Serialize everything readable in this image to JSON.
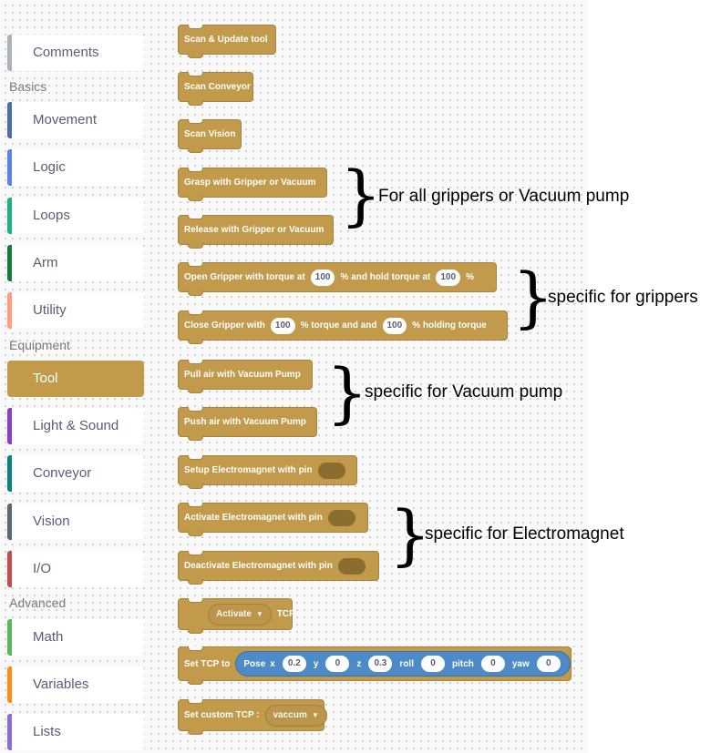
{
  "toolbox": {
    "items": [
      {
        "label": "Comments",
        "color": "#a9b2bd"
      },
      {
        "label": "Movement",
        "color": "#4a6fa5"
      },
      {
        "label": "Logic",
        "color": "#5b80e6"
      },
      {
        "label": "Loops",
        "color": "#19b282"
      },
      {
        "label": "Arm",
        "color": "#1a7a3a"
      },
      {
        "label": "Utility",
        "color": "#ff9f80"
      },
      {
        "label": "Tool",
        "color": "#c19a4b",
        "selected": true
      },
      {
        "label": "Light & Sound",
        "color": "#8a3fc6"
      },
      {
        "label": "Conveyor",
        "color": "#10807f"
      },
      {
        "label": "Vision",
        "color": "#5b6875"
      },
      {
        "label": "I/O",
        "color": "#c0504d"
      },
      {
        "label": "Math",
        "color": "#5cb85c"
      },
      {
        "label": "Variables",
        "color": "#ff8c1a"
      },
      {
        "label": "Lists",
        "color": "#8a6fd1"
      }
    ],
    "sections": {
      "basics": "Basics",
      "equipment": "Equipment",
      "advanced": "Advanced"
    }
  },
  "blocks": {
    "scan_update_tool": "Scan & Update tool",
    "scan_conveyor": "Scan Conveyor",
    "scan_vision": "Scan Vision",
    "grasp": "Grasp with Gripper or Vacuum",
    "release": "Release with Gripper or Vacuum",
    "open_gripper": {
      "prefix": "Open Gripper with torque at",
      "torque": "100",
      "mid": "% and hold torque at",
      "hold": "100",
      "suffix": "%"
    },
    "close_gripper": {
      "prefix": "Close Gripper with",
      "torque": "100",
      "mid": "% torque and  and",
      "hold": "100",
      "suffix": "% holding torque"
    },
    "pull_air": "Pull air with Vacuum Pump",
    "push_air": "Push air with Vacuum Pump",
    "setup_magnet": "Setup Electromagnet with pin",
    "activate_magnet": "Activate Electromagnet with pin",
    "deactivate_magnet": "Deactivate Electromagnet with pin",
    "activate_tcp": {
      "dropdown": "Activate",
      "suffix": "TCP"
    },
    "set_tcp": {
      "prefix": "Set TCP to",
      "pose": "Pose",
      "x_label": "x",
      "x": "0.2",
      "y_label": "y",
      "y": "0",
      "z_label": "z",
      "z": "0.3",
      "roll_label": "roll",
      "roll": "0",
      "pitch_label": "pitch",
      "pitch": "0",
      "yaw_label": "yaw",
      "yaw": "0"
    },
    "set_custom_tcp": {
      "prefix": "Set custom TCP :",
      "dropdown": "vaccum"
    }
  },
  "annotations": {
    "all_grippers": "For all grippers or Vacuum pump",
    "grippers": "specific for grippers",
    "vacuum": "specific for Vacuum pump",
    "electromagnet": "specific for Electromagnet"
  },
  "colors": {
    "tool_block": "#c19a4b",
    "pose_block": "#4c8bc7"
  }
}
